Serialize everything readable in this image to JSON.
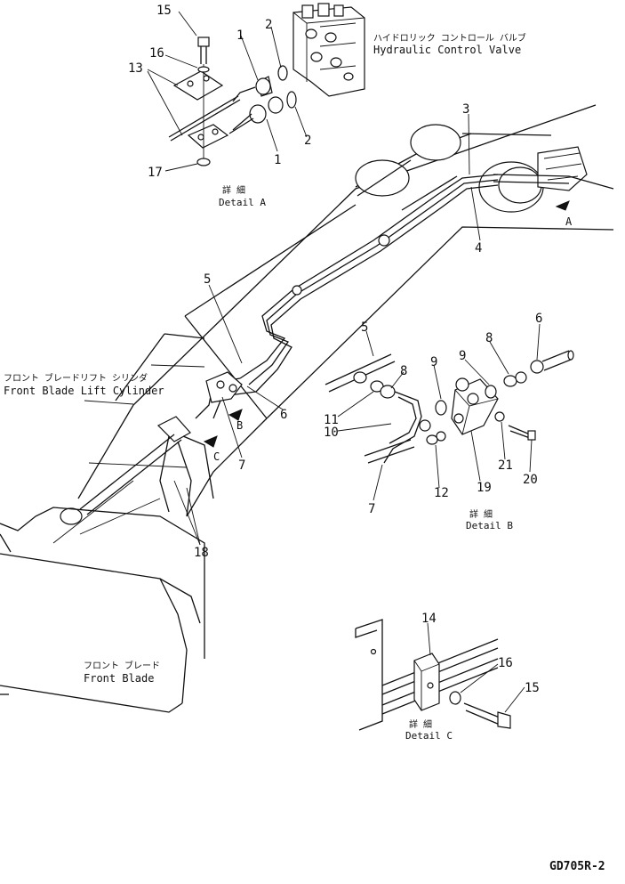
{
  "labels": {
    "hydraulic_valve_jp": "ハイドロリック コントロール バルブ",
    "hydraulic_valve_en": "Hydraulic Control Valve",
    "lift_cylinder_jp": "フロント ブレードリフト シリンダ",
    "lift_cylinder_en": "Front Blade Lift Cylinder",
    "front_blade_jp": "フロント ブレード",
    "front_blade_en": "Front Blade"
  },
  "details": {
    "a_jp": "詳 細",
    "a_en": "Detail A",
    "b_jp": "詳 細",
    "b_en": "Detail B",
    "c_jp": "詳 細",
    "c_en": "Detail C"
  },
  "view_markers": {
    "a": "A",
    "b": "B",
    "c": "C"
  },
  "callouts": {
    "c15a": "15",
    "c16a": "16",
    "c13": "13",
    "c17": "17",
    "c1a": "1",
    "c2a": "2",
    "c1b": "1",
    "c2b": "2",
    "c3": "3",
    "c4": "4",
    "c5a": "5",
    "c6a": "6",
    "c7a": "7",
    "c18": "18",
    "c5b": "5",
    "c6b": "6",
    "c8a": "8",
    "c9a": "9",
    "c8b": "8",
    "c9b": "9",
    "c11": "11",
    "c10": "10",
    "c7b": "7",
    "c12": "12",
    "c19": "19",
    "c21": "21",
    "c20": "20",
    "c14": "14",
    "c16b": "16",
    "c15b": "15"
  },
  "drawing_code": "GD705R-2"
}
